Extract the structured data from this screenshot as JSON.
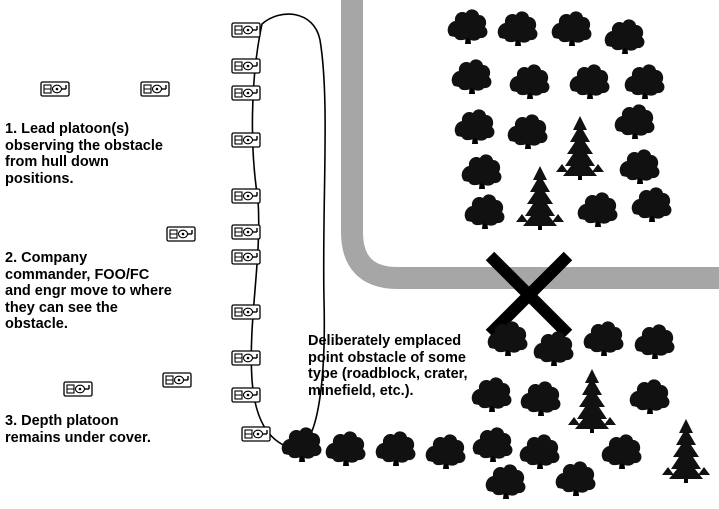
{
  "notes": {
    "lead_platoons": "1.  Lead platoon(s)\nobserving the obstacle\nfrom hull down\npositions.",
    "company_commander": "2.  Company\ncommander, FOO/FC\nand engr move to where\nthey can see the\nobstacle.",
    "depth_platoon": "3.  Depth platoon\nremains under cover."
  },
  "obstacle_label": "Deliberately emplaced\npoint obstacle of some\ntype (roadblock, crater,\nminefield, etc.).",
  "symbols": {
    "vehicle": "tank-icon",
    "tree": "tree-icon",
    "tall_tree": "conifer-icon",
    "obstacle": "x-mark-icon"
  },
  "colors": {
    "road": "#a6a6a6",
    "ink": "#000000",
    "background": "#ffffff"
  }
}
